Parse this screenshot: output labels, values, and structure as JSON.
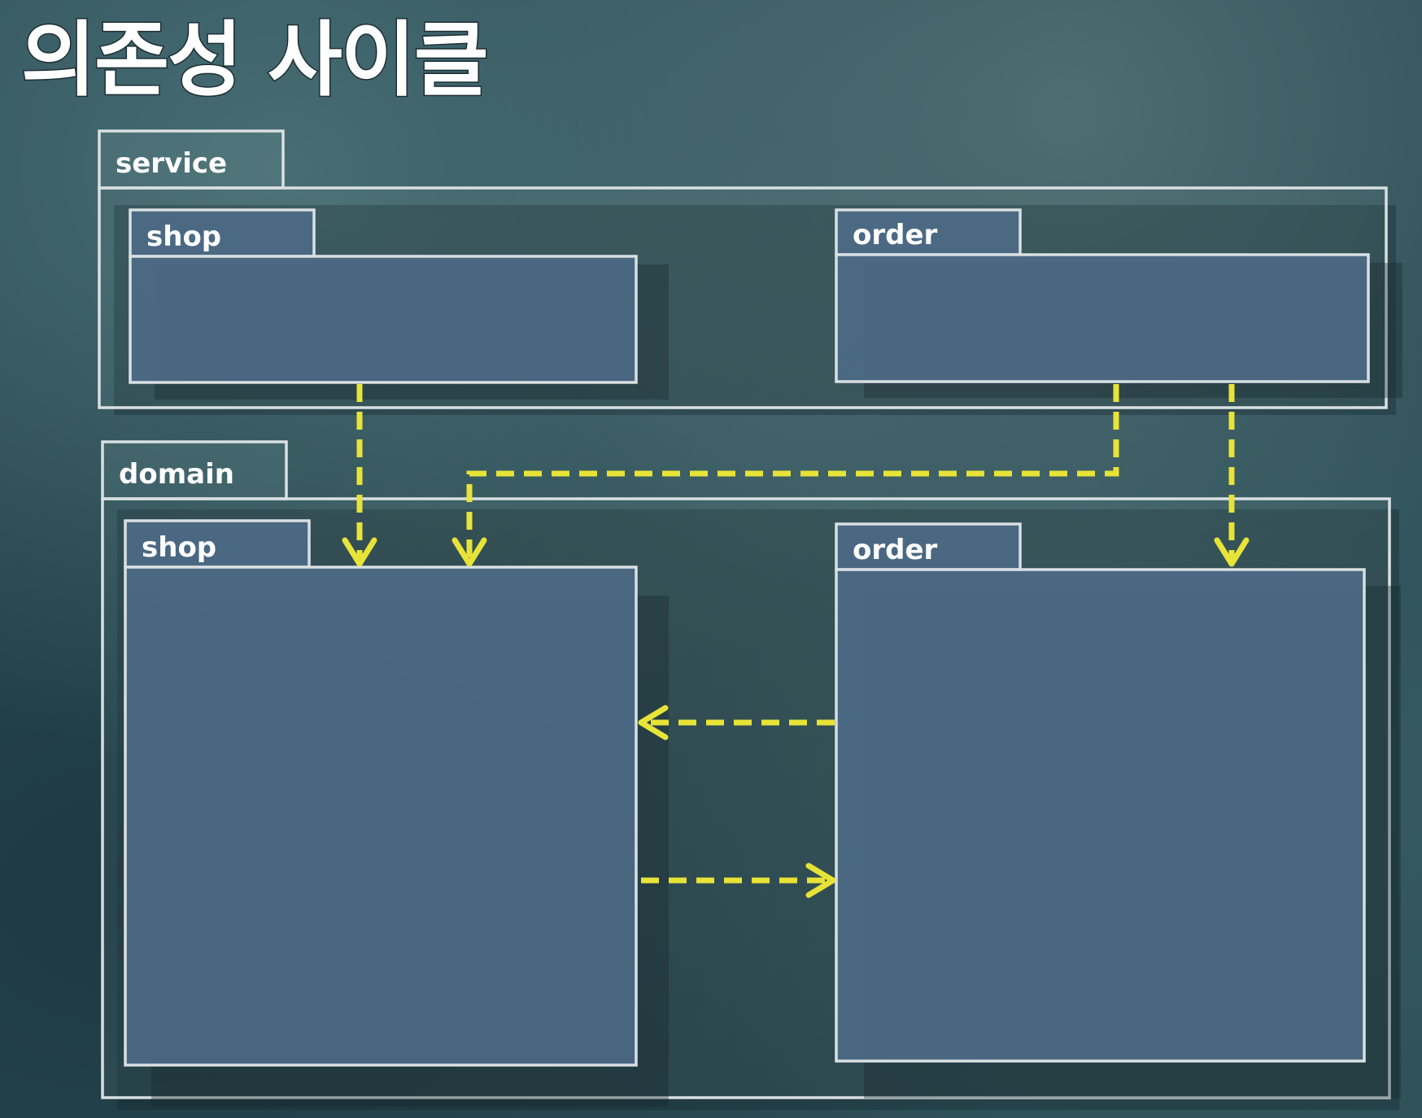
{
  "title": "의존성 사이클",
  "packages": {
    "service": {
      "label": "service",
      "children": {
        "shop": {
          "label": "shop"
        },
        "order": {
          "label": "order"
        }
      }
    },
    "domain": {
      "label": "domain",
      "children": {
        "shop": {
          "label": "shop"
        },
        "order": {
          "label": "order"
        }
      }
    }
  },
  "dependencies": [
    {
      "from": "service.shop",
      "to": "domain.shop"
    },
    {
      "from": "service.order",
      "to": "domain.shop"
    },
    {
      "from": "service.order",
      "to": "domain.order"
    },
    {
      "from": "domain.order",
      "to": "domain.shop"
    },
    {
      "from": "domain.shop",
      "to": "domain.order"
    }
  ],
  "colors": {
    "arrow": "#e8e337",
    "package_fill": "#4d6a87",
    "package_border": "#d9e0e2",
    "background": "#2b4c55"
  }
}
